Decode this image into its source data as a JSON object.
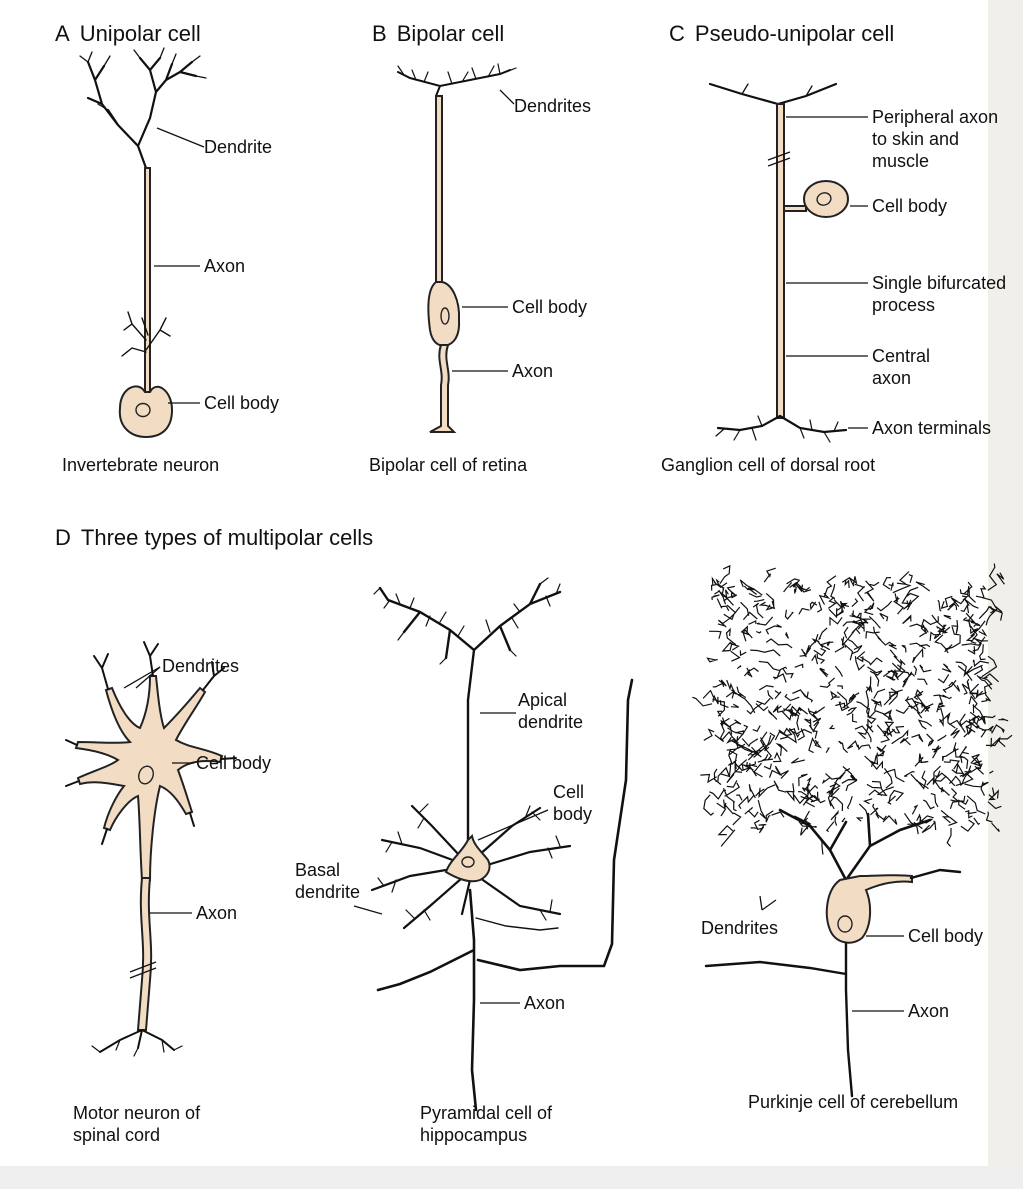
{
  "panels": {
    "A": {
      "letter": "A",
      "title": "Unipolar cell",
      "caption": "Invertebrate neuron",
      "labels": {
        "dendrite": "Dendrite",
        "axon": "Axon",
        "cell_body": "Cell body"
      }
    },
    "B": {
      "letter": "B",
      "title": "Bipolar cell",
      "caption": "Bipolar cell of retina",
      "labels": {
        "dendrites": "Dendrites",
        "cell_body": "Cell body",
        "axon": "Axon"
      }
    },
    "C": {
      "letter": "C",
      "title": "Pseudo-unipolar cell",
      "caption": "Ganglion cell of dorsal root",
      "labels": {
        "peripheral_1": "Peripheral axon",
        "peripheral_2": "to skin and",
        "peripheral_3": "muscle",
        "cell_body": "Cell body",
        "single_1": "Single bifurcated",
        "single_2": "process",
        "central_1": "Central",
        "central_2": "axon",
        "terminals": "Axon terminals"
      }
    },
    "D": {
      "letter": "D",
      "title": "Three types of multipolar cells",
      "motor": {
        "caption_1": "Motor neuron of",
        "caption_2": "spinal cord",
        "labels": {
          "dendrites": "Dendrites",
          "cell_body": "Cell body",
          "axon": "Axon"
        }
      },
      "pyramidal": {
        "caption_1": "Pyramidal cell of",
        "caption_2": "hippocampus",
        "labels": {
          "apical_1": "Apical",
          "apical_2": "dendrite",
          "cell_1": "Cell",
          "cell_2": "body",
          "basal_1": "Basal",
          "basal_2": "dendrite",
          "axon": "Axon"
        }
      },
      "purkinje": {
        "caption": "Purkinje cell of cerebellum",
        "labels": {
          "dendrites": "Dendrites",
          "cell_body": "Cell body",
          "axon": "Axon"
        }
      }
    }
  },
  "colors": {
    "cell_fill": "#f2dcc3",
    "stroke": "#222222",
    "page": "#ffffff"
  }
}
